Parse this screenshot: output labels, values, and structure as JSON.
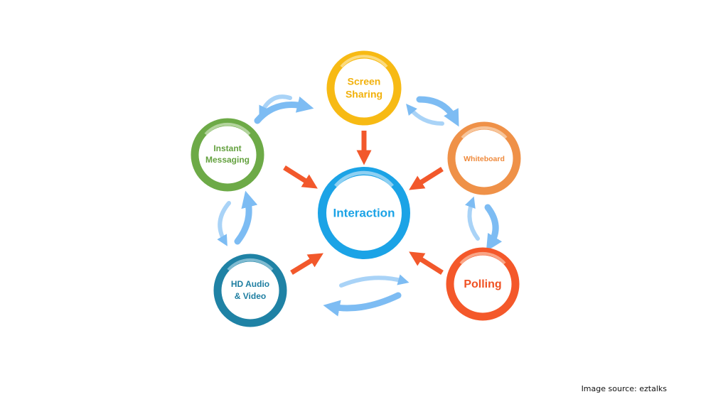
{
  "center": {
    "label": "Interaction",
    "color": "#1BA3E6"
  },
  "nodes": [
    {
      "id": "screen-sharing",
      "lines": [
        "Screen",
        "Sharing"
      ],
      "color": "#F7BA14"
    },
    {
      "id": "whiteboard",
      "lines": [
        "Whiteboard"
      ],
      "color": "#EF9148"
    },
    {
      "id": "polling",
      "lines": [
        "Polling"
      ],
      "color": "#F4582A"
    },
    {
      "id": "hd-audio-video",
      "lines": [
        "HD Audio",
        "& Video"
      ],
      "color": "#1F82A5"
    },
    {
      "id": "instant-messaging",
      "lines": [
        "Instant",
        "Messaging"
      ],
      "color": "#6DAA47"
    }
  ],
  "arrow_colors": {
    "inward": "#F2582B",
    "cycle": "#7DBCF3"
  },
  "caption": "Image source: eztalks"
}
